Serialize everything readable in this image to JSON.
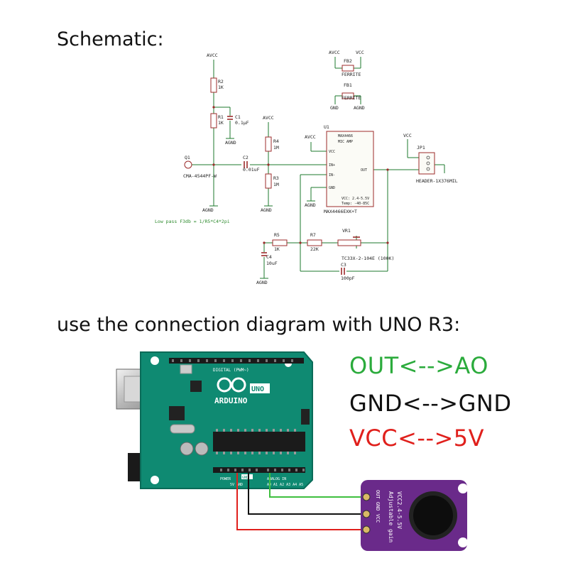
{
  "headings": {
    "schematic": "Schematic:",
    "connection": "use the connection diagram with UNO R3:"
  },
  "schematic": {
    "avcc": "AVCC",
    "vcc": "VCC",
    "gnd": "GND",
    "agnd": "AGND",
    "r2": "R2",
    "r2_val": "1K",
    "r1": "R1",
    "r1_val": "1K",
    "c1": "C1",
    "c1_val": "0.1μF",
    "q1": "Q1",
    "q1_part": "CMA-4544PF-W",
    "c2": "C2",
    "c2_val": "0.01uF",
    "r4": "R4",
    "r4_val": "1M",
    "r3": "R3",
    "r3_val": "1M",
    "u1": "U1",
    "ic_line1": "MAX4466",
    "ic_line2": "MIC AMP",
    "pin_vcc": "VCC",
    "pin_inp": "IN+",
    "pin_inn": "IN-",
    "pin_gnd": "GND",
    "pin_out": "OUT",
    "ic_vcc_note": "VCC: 2.4-5.5V",
    "ic_temp_note": "Temp: -40-85C",
    "ic_part": "MAX4466EXK+T",
    "fb2": "FB2",
    "fb1": "FB1",
    "ferrite": "FERRITE",
    "jp1": "JP1",
    "header": "HEADER-1X376MIL",
    "lowpass": "Low pass F3db = 1/R5*C4*2pi",
    "r5": "R5",
    "r5_val": "1K",
    "r7": "R7",
    "r7_val": "22K",
    "vr1": "VR1",
    "vr1_part": "TC33X-2-104E (100K)",
    "c4": "C4",
    "c4_val": "10uF",
    "c3": "C3",
    "c3_val": "100pF"
  },
  "board": {
    "logo_text": "ARDUINO",
    "uno_badge": "UNO",
    "digital_label": "DIGITAL (PWM~)",
    "power_label": "POWER",
    "analog_label": "ANALOG IN",
    "gnd_label": "GND",
    "power_pins": "5V GND",
    "analog_pins": "A0 A1 A2 A3 A4 A5"
  },
  "module": {
    "pins": "OUT GND VCC",
    "text1": "VCC2.4-5.5V",
    "text2": "Adjustable gain"
  },
  "connections": [
    {
      "text": "OUT<-->AO",
      "color": "#2bab3c"
    },
    {
      "text": "GND<-->GND",
      "color": "#111111"
    },
    {
      "text": "VCC<-->5V",
      "color": "#e0201c"
    }
  ],
  "wire_colors": {
    "signal": "#3fbf3f",
    "ground": "#111111",
    "power": "#e0201c"
  }
}
